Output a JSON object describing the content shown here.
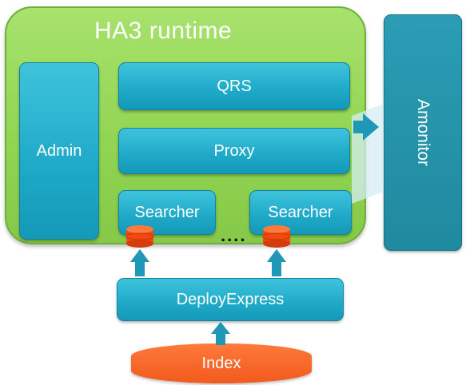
{
  "runtime": {
    "title": "HA3 runtime"
  },
  "blocks": {
    "admin": "Admin",
    "qrs": "QRS",
    "proxy": "Proxy",
    "searcher_1": "Searcher",
    "searcher_2": "Searcher",
    "amonitor": "Amonitor",
    "deploy_express": "DeployExpress",
    "index": "Index"
  },
  "decor": {
    "ellipsis": "....",
    "disk_color": "#f04a10",
    "arrow_color": "#1e98b6",
    "green": "#92d553"
  }
}
